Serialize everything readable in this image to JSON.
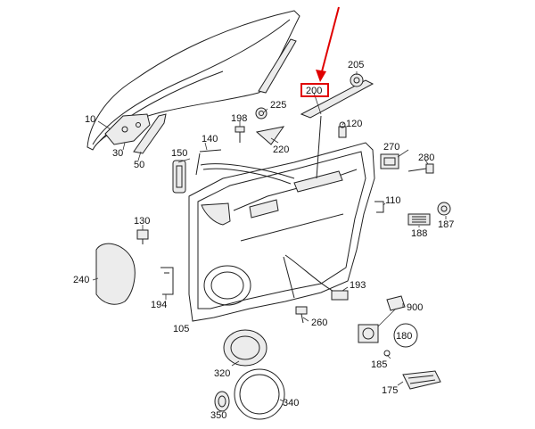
{
  "diagram": {
    "callouts": [
      {
        "id": "c10",
        "text": "10"
      },
      {
        "id": "c30",
        "text": "30"
      },
      {
        "id": "c50",
        "text": "50"
      },
      {
        "id": "c105",
        "text": "105"
      },
      {
        "id": "c110",
        "text": "110"
      },
      {
        "id": "c120",
        "text": "120"
      },
      {
        "id": "c130",
        "text": "130"
      },
      {
        "id": "c140",
        "text": "140"
      },
      {
        "id": "c150",
        "text": "150"
      },
      {
        "id": "c175",
        "text": "175"
      },
      {
        "id": "c180",
        "text": "180"
      },
      {
        "id": "c185",
        "text": "185"
      },
      {
        "id": "c187",
        "text": "187"
      },
      {
        "id": "c188",
        "text": "188"
      },
      {
        "id": "c193",
        "text": "193"
      },
      {
        "id": "c194",
        "text": "194"
      },
      {
        "id": "c198",
        "text": "198"
      },
      {
        "id": "c200",
        "text": "200"
      },
      {
        "id": "c205",
        "text": "205"
      },
      {
        "id": "c220",
        "text": "220"
      },
      {
        "id": "c225",
        "text": "225"
      },
      {
        "id": "c240",
        "text": "240"
      },
      {
        "id": "c260",
        "text": "260"
      },
      {
        "id": "c270",
        "text": "270"
      },
      {
        "id": "c280",
        "text": "280"
      },
      {
        "id": "c320",
        "text": "320"
      },
      {
        "id": "c340",
        "text": "340"
      },
      {
        "id": "c350",
        "text": "350"
      },
      {
        "id": "c900",
        "text": "900"
      }
    ],
    "highlight": {
      "callout": "200",
      "color": "#e00000"
    }
  }
}
